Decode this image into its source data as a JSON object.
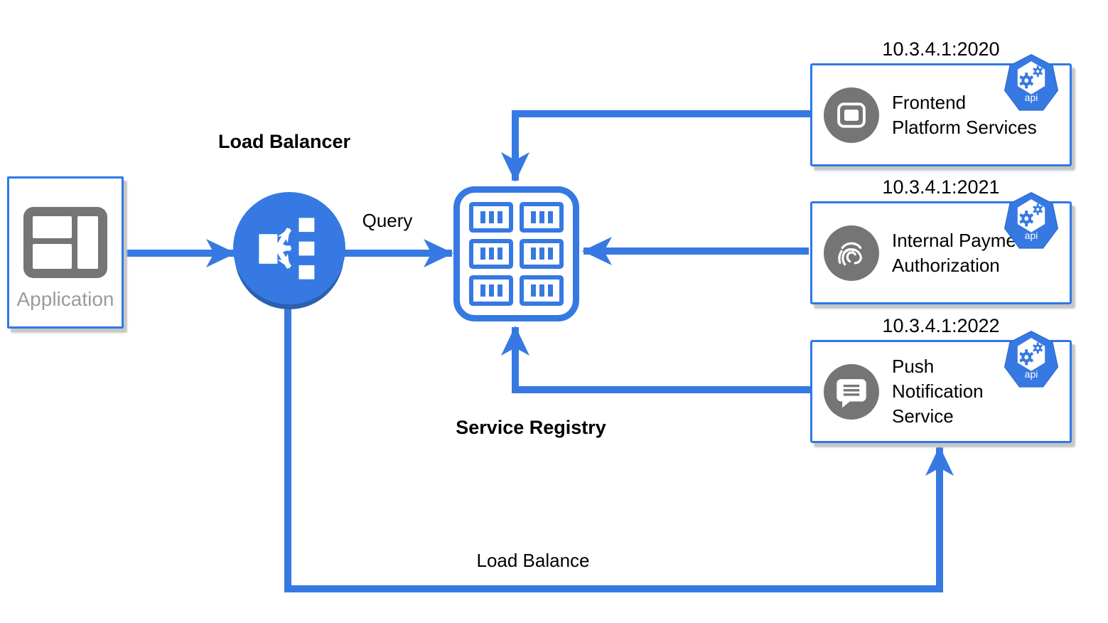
{
  "colors": {
    "primary_blue": "#3679e2",
    "circle_shadow_blue": "#2c5fae",
    "icon_gray": "#757575",
    "muted_text_gray": "#9b9b9b",
    "box_shadow_gray": "#c6c6c6"
  },
  "nodes": {
    "application": {
      "label": "Application",
      "icon": "application-window-icon"
    },
    "load_balancer": {
      "label": "Load Balancer",
      "icon": "load-balancer-icon"
    },
    "service_registry": {
      "label": "Service Registry",
      "icon": "registry-grid-icon"
    }
  },
  "edges": {
    "query_label": "Query",
    "load_balance_label": "Load Balance"
  },
  "services": [
    {
      "address": "10.3.4.1:2020",
      "name": "Frontend\nPlatform Services",
      "icon": "frontend-window-icon",
      "badge": "api"
    },
    {
      "address": "10.3.4.1:2021",
      "name": "Internal Payment\nAuthorization",
      "icon": "fingerprint-icon",
      "badge": "api"
    },
    {
      "address": "10.3.4.1:2022",
      "name": "Push\nNotification\nService",
      "icon": "chat-bubble-icon",
      "badge": "api"
    }
  ]
}
